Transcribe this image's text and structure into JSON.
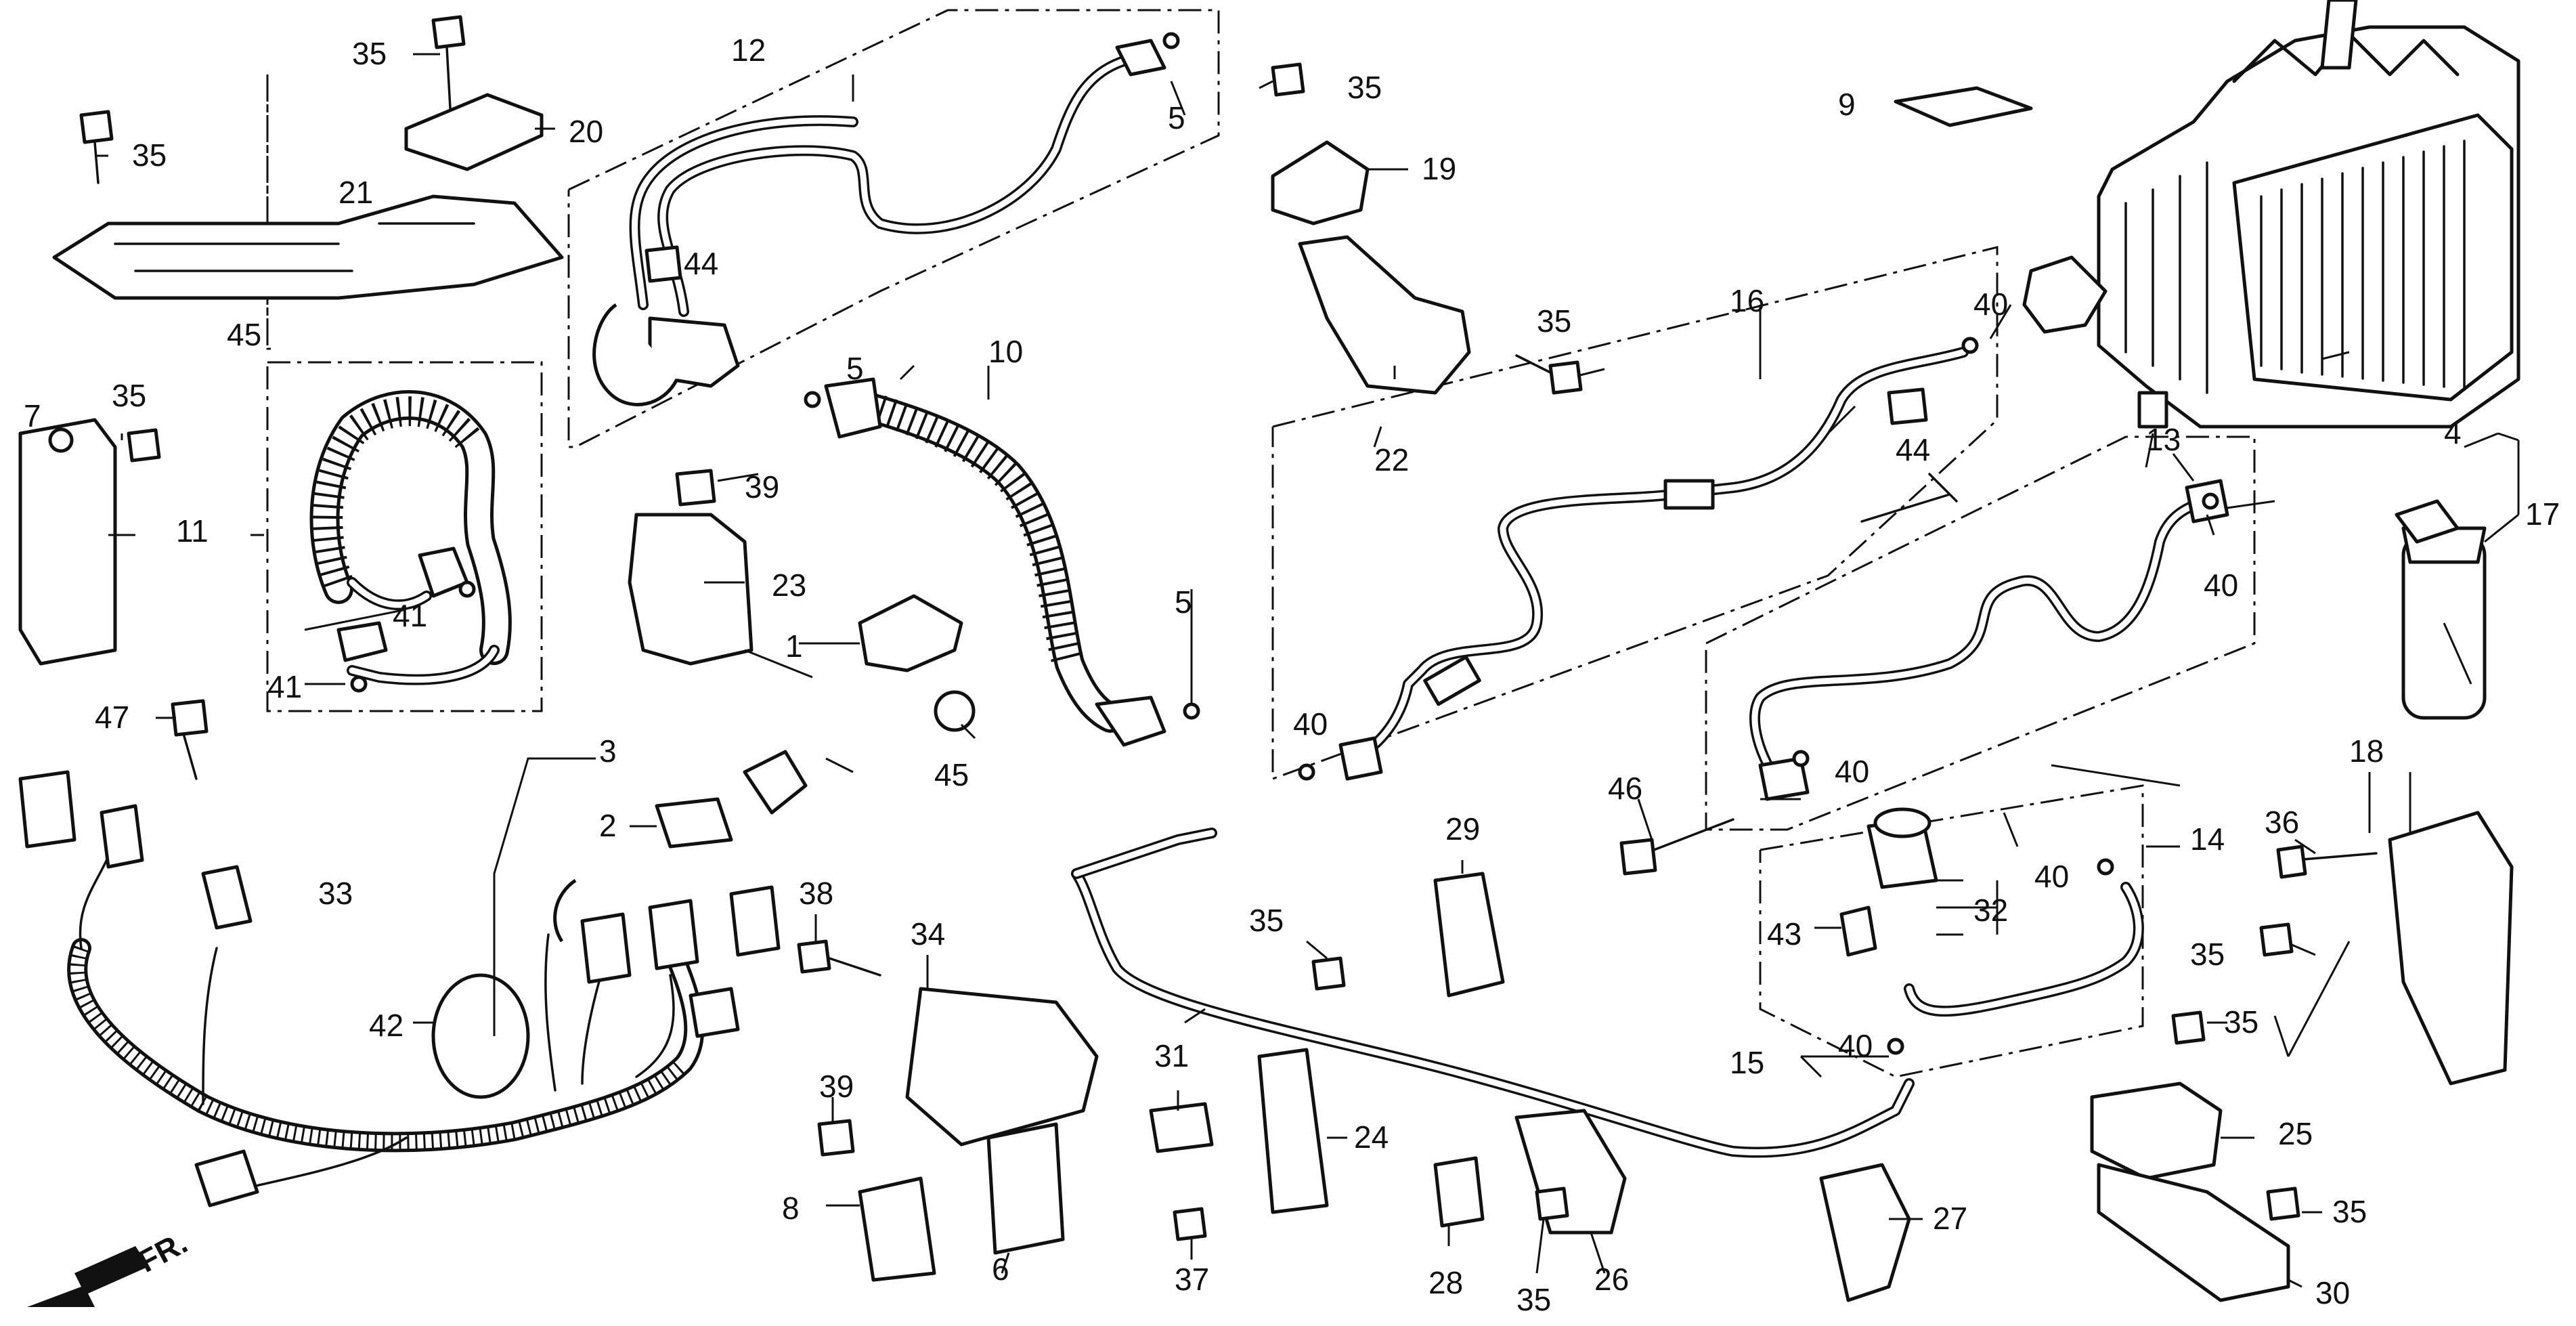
{
  "diagram": {
    "callouts": {
      "c1": "1",
      "c2": "2",
      "c3": "3",
      "c4": "4",
      "c5": "5",
      "c6": "6",
      "c7": "7",
      "c8": "8",
      "c9": "9",
      "c10": "10",
      "c11": "11",
      "c12": "12",
      "c13": "13",
      "c14": "14",
      "c15": "15",
      "c16": "16",
      "c17": "17",
      "c18": "18",
      "c19": "19",
      "c20": "20",
      "c21": "21",
      "c22": "22",
      "c23": "23",
      "c24": "24",
      "c25": "25",
      "c26": "26",
      "c27": "27",
      "c28": "28",
      "c29": "29",
      "c30": "30",
      "c31": "31",
      "c32": "32",
      "c33": "33",
      "c34": "34",
      "c35": "35",
      "c36": "36",
      "c37": "37",
      "c38": "38",
      "c39": "39",
      "c40": "40",
      "c41": "41",
      "c42": "42",
      "c43": "43",
      "c44": "44",
      "c45": "45",
      "c46": "46",
      "c47": "47"
    },
    "front_marker": "FR."
  }
}
